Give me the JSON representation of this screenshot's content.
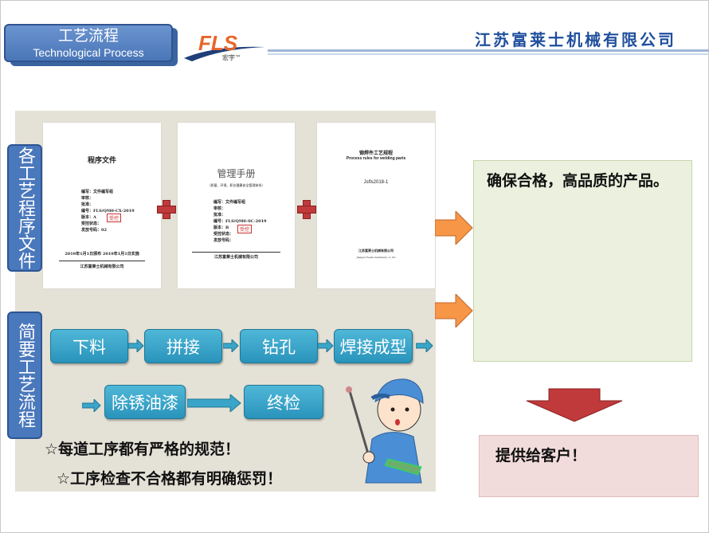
{
  "header": {
    "title_cn": "工艺流程",
    "title_en": "Technological Process",
    "logo_text": "FLS",
    "logo_sub": "宏宇™",
    "company": "江苏富莱士机械有限公司"
  },
  "sections": {
    "docs_label": "各工艺程序文件",
    "flow_label": "简要工艺流程"
  },
  "documents": [
    {
      "title": "程序文件",
      "fields": [
        "编写：文件编写组",
        "审核：",
        "批准：",
        "编号：FLS/QM0-CX-2019",
        "版本：A",
        "受控状态：",
        "发放号码：02"
      ],
      "stamp": "受控",
      "date": "2019年1月1日颁布   2019年1月1日实施",
      "company": "江苏富莱士机械有限公司"
    },
    {
      "title": "管理手册",
      "subtitle": "（质量、环境、职业健康安全管理体系）",
      "fields": [
        "编写：文件编写组",
        "审核：",
        "批准：",
        "编号：FLS/QM0-SC-2019",
        "版本：B",
        "受控状态：",
        "发放号码："
      ],
      "stamp": "受控",
      "company": "江苏富莱士机械有限公司"
    },
    {
      "title": "铆焊件工艺规程",
      "subtitle": "Process rules for welding parts",
      "code": "Jsfls2018-1",
      "company": "江苏富莱士机械有限公司",
      "company_en": "Jiangsu Fuelis machinery co. ltd"
    }
  ],
  "flow": {
    "row1": [
      "下料",
      "拼接",
      "钻孔",
      "焊接成型"
    ],
    "row2": [
      "除锈油漆",
      "终检"
    ]
  },
  "notes": [
    "☆每道工序都有严格的规范！",
    "☆工序检查不合格都有明确惩罚！"
  ],
  "result": "确保合格，高品质的产品。",
  "final": "提供给客户！",
  "colors": {
    "blue": "#4a78bc",
    "teal": "#2a93bb",
    "orange": "#f79646",
    "red": "#c0393b",
    "green_box": "#ebf1de",
    "pink_box": "#f2dcdb"
  }
}
